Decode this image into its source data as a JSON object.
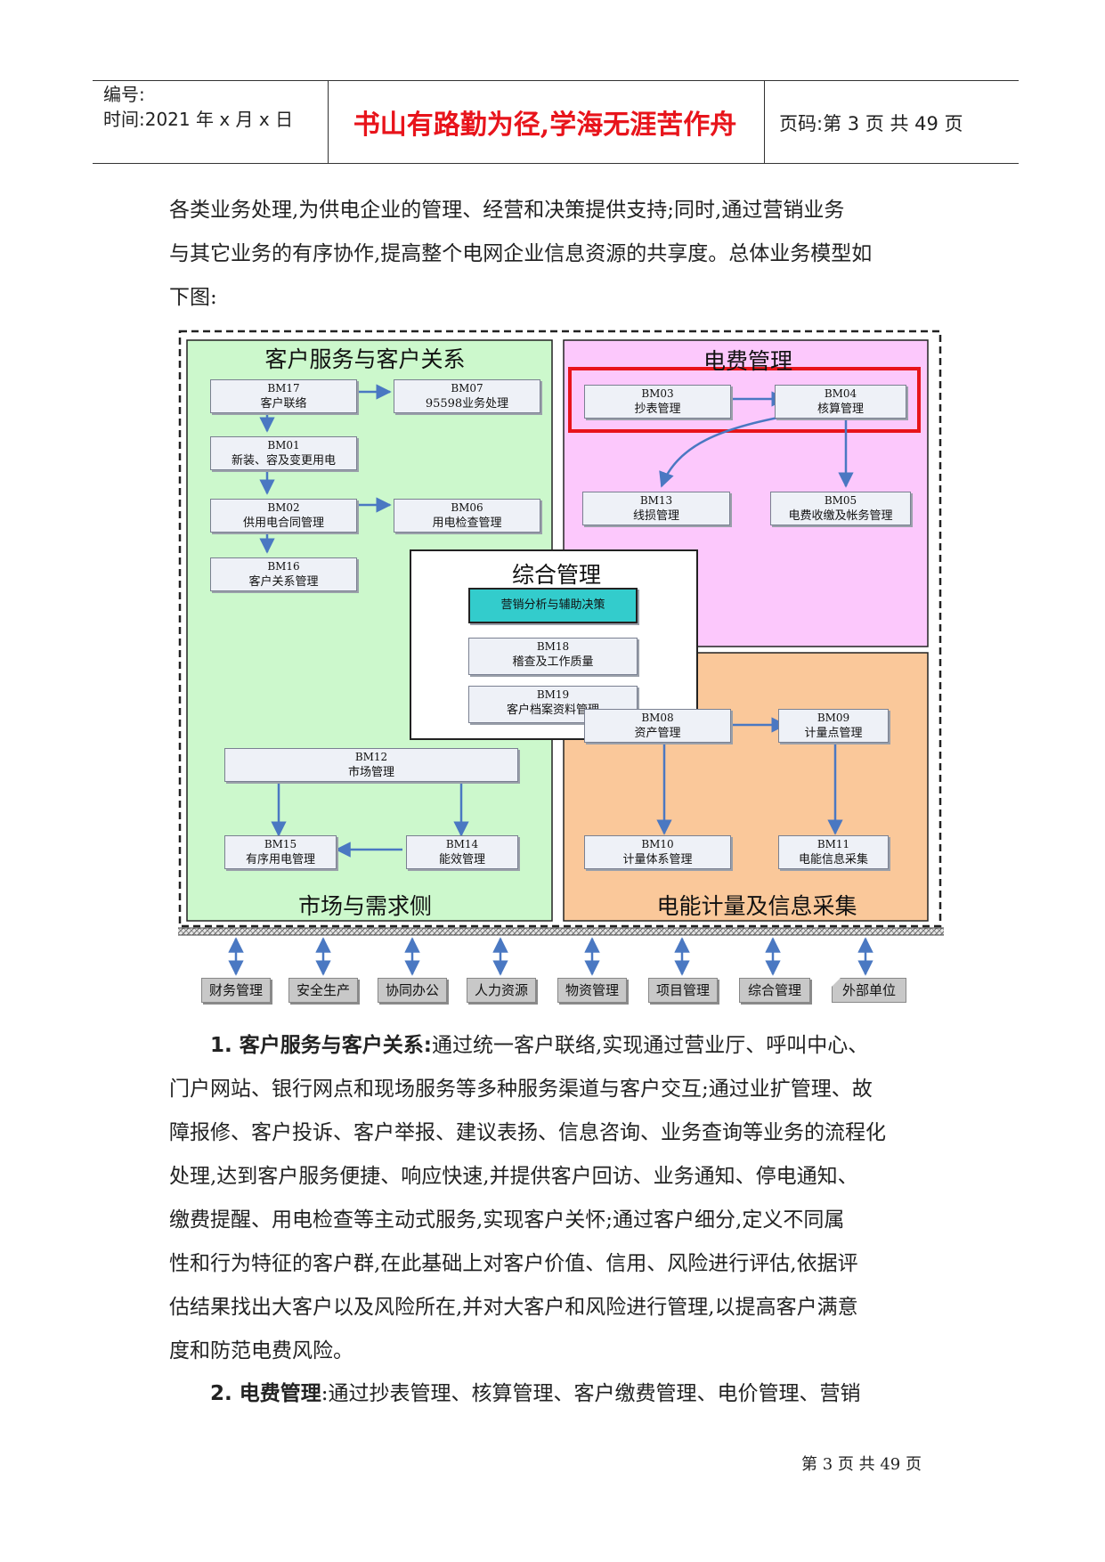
{
  "header": {
    "number_label": "编号:",
    "time_label": "时间:2021 年 x 月 x 日",
    "motto": "书山有路勤为径,学海无涯苦作舟",
    "page_label": "页码:第 3 页  共 49 页"
  },
  "intro_lines": [
    "各类业务处理,为供电企业的管理、经营和决策提供支持;同时,通过营销业务",
    "与其它业务的有序协作,提高整个电网企业信息资源的共享度。总体业务模型如",
    "下图:"
  ],
  "diagram": {
    "regions": {
      "customer": "客户服务与客户关系",
      "billing": "电费管理",
      "integrated": "综合管理",
      "market": "市场与需求侧",
      "metering": "电能计量及信息采集"
    },
    "nodes": {
      "bm17": {
        "code": "BM17",
        "label": "客户联络"
      },
      "bm07": {
        "code": "BM07",
        "label": "95598业务处理"
      },
      "bm01": {
        "code": "BM01",
        "label": "新装、容及变更用电"
      },
      "bm02": {
        "code": "BM02",
        "label": "供用电合同管理"
      },
      "bm06": {
        "code": "BM06",
        "label": "用电检查管理"
      },
      "bm16": {
        "code": "BM16",
        "label": "客户关系管理"
      },
      "bm03": {
        "code": "BM03",
        "label": "抄表管理"
      },
      "bm04": {
        "code": "BM04",
        "label": "核算管理"
      },
      "bm13": {
        "code": "BM13",
        "label": "线损管理"
      },
      "bm05": {
        "code": "BM05",
        "label": "电费收缴及帐务管理"
      },
      "analysis": {
        "label": "营销分析与辅助决策"
      },
      "bm18": {
        "code": "BM18",
        "label": "稽查及工作质量"
      },
      "bm19": {
        "code": "BM19",
        "label": "客户档案资料管理"
      },
      "bm12": {
        "code": "BM12",
        "label": "市场管理"
      },
      "bm15": {
        "code": "BM15",
        "label": "有序用电管理"
      },
      "bm14": {
        "code": "BM14",
        "label": "能效管理"
      },
      "bm08": {
        "code": "BM08",
        "label": "资产管理"
      },
      "bm09": {
        "code": "BM09",
        "label": "计量点管理"
      },
      "bm10": {
        "code": "BM10",
        "label": "计量体系管理"
      },
      "bm11": {
        "code": "BM11",
        "label": "电能信息采集"
      }
    },
    "external_systems": [
      "财务管理",
      "安全生产",
      "协同办公",
      "人力资源",
      "物资管理",
      "项目管理",
      "综合管理",
      "外部单位"
    ]
  },
  "section1": {
    "heading": "1. 客户服务与客户关系:",
    "first_line_rest": "通过统一客户联络,实现通过营业厅、呼叫中心、",
    "lines": [
      "门户网站、银行网点和现场服务等多种服务渠道与客户交互;通过业扩管理、故",
      "障报修、客户投诉、客户举报、建议表扬、信息咨询、业务查询等业务的流程化",
      "处理,达到客户服务便捷、响应快速,并提供客户回访、业务通知、停电通知、",
      "缴费提醒、用电检查等主动式服务,实现客户关怀;通过客户细分,定义不同属",
      "性和行为特征的客户群,在此基础上对客户价值、信用、风险进行评估,依据评",
      "估结果找出大客户以及风险所在,并对大客户和风险进行管理,以提高客户满意",
      "度和防范电费风险。"
    ]
  },
  "section2": {
    "heading": "2. 电费管理",
    "first_line_rest": ":通过抄表管理、核算管理、客户缴费管理、电价管理、营销"
  },
  "footer": "第 3 页  共 49 页"
}
